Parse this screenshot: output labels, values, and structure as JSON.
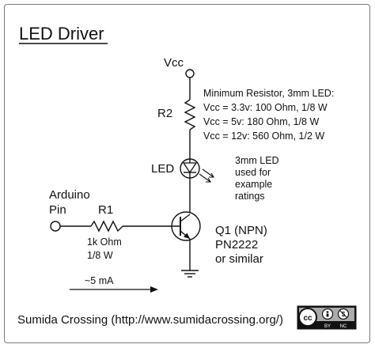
{
  "title": "LED Driver",
  "labels": {
    "vcc": "Vcc",
    "r2": "R2",
    "led": "LED",
    "r1": "R1",
    "arduino_line1": "Arduino",
    "arduino_line2": "Pin",
    "r1_value_line1": "1k Ohm",
    "r1_value_line2": "1/8 W",
    "q1_line1": "Q1 (NPN)",
    "q1_line2": "PN2222",
    "q1_line3": "or similar",
    "current": "~5 mA"
  },
  "resistor_note": {
    "heading": "Minimum Resistor, 3mm LED:",
    "lines": [
      "Vcc = 3.3v: 100 Ohm, 1/8 W",
      "Vcc = 5v: 180 Ohm, 1/8 W",
      "Vcc = 12v: 560 Ohm, 1/2 W"
    ]
  },
  "led_note": {
    "lines": [
      "3mm LED",
      "used for",
      "example",
      "ratings"
    ]
  },
  "footer": {
    "credit": "Sumida Crossing (http://www.sumidacrossing.org/)",
    "license_badge": "cc-by-nc-icon",
    "license_labels": [
      "BY",
      "NC"
    ]
  }
}
